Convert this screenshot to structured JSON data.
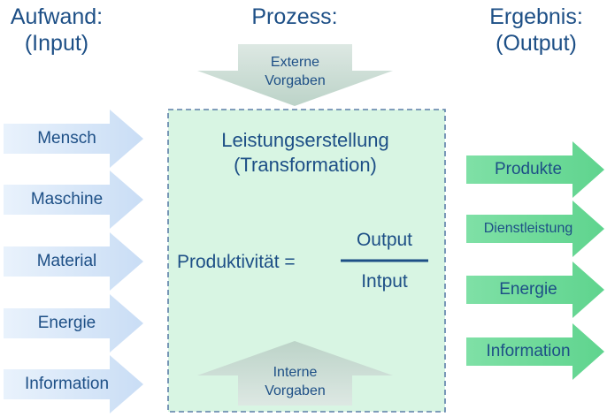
{
  "headings": {
    "input_line1": "Aufwand:",
    "input_line2": "(Input)",
    "process": "Prozess:",
    "output_line1": "Ergebnis:",
    "output_line2": "(Output)"
  },
  "inputs": [
    "Mensch",
    "Maschine",
    "Material",
    "Energie",
    "Information"
  ],
  "outputs": [
    "Produkte",
    "Dienstleistung",
    "Energie",
    "Information"
  ],
  "process": {
    "title_line1": "Leistungserstellung",
    "title_line2": "(Transformation)",
    "formula_label": "Produktivität =",
    "numerator": "Output",
    "denominator": "Intput",
    "external_line1": "Externe",
    "external_line2": "Vorgaben",
    "internal_line1": "Interne",
    "internal_line2": "Vorgaben"
  },
  "colors": {
    "text": "#1d4f86",
    "input_arrow": "#d6e6f8",
    "output_arrow": "#6fdc9b",
    "process_fill": "#d8f5e3",
    "process_border": "#5b7fa8",
    "vertical_arrow": "#c9dcd2",
    "fraction_line": "#1d4f86"
  }
}
